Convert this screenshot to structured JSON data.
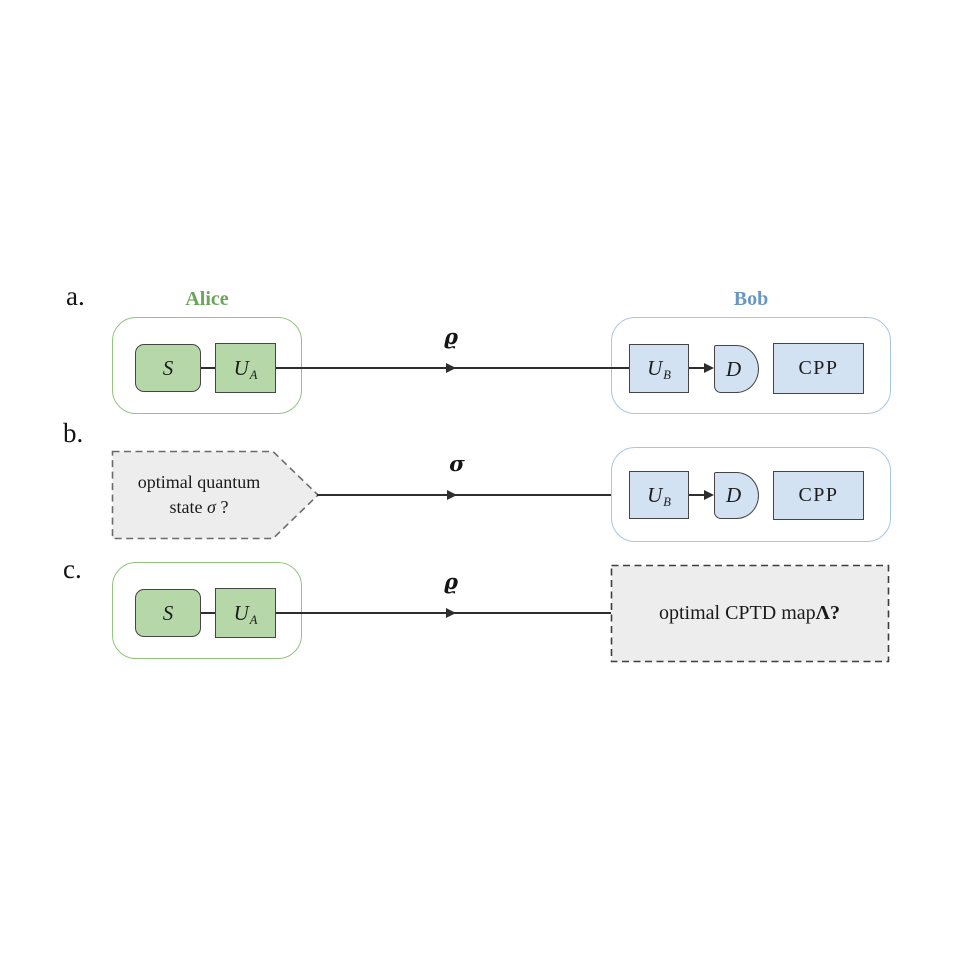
{
  "labels": {
    "a": "a.",
    "b": "b.",
    "c": "c."
  },
  "alice": {
    "title": "Alice",
    "source": "S",
    "unitary": "U",
    "unitary_sub": "A"
  },
  "bob": {
    "title": "Bob",
    "unitary": "U",
    "unitary_sub": "B",
    "detector": "D",
    "cpp": "CPP"
  },
  "channel_labels": {
    "a": "ϱ",
    "b": "σ",
    "c": "ϱ"
  },
  "question_state": {
    "line1": "optimal quantum",
    "line2_pre": "state ",
    "line2_sym": "σ",
    "line2_post": " ?"
  },
  "question_map": {
    "pre": "optimal CPTD map ",
    "sym": "Λ?"
  },
  "colors": {
    "alice_green": "#6aa55b",
    "alice_fill": "#b6d7a8",
    "alice_border": "#93c47d",
    "bob_blue": "#6b96c1",
    "bob_fill": "#d2e2f2",
    "bob_border": "#a9c6df",
    "box_border": "#454545",
    "dashed_fill": "#ededed",
    "dashed_border_gray": "#6a6a6a",
    "dashed_border_dark": "#3f3f3f",
    "line": "#2e2e2e"
  }
}
